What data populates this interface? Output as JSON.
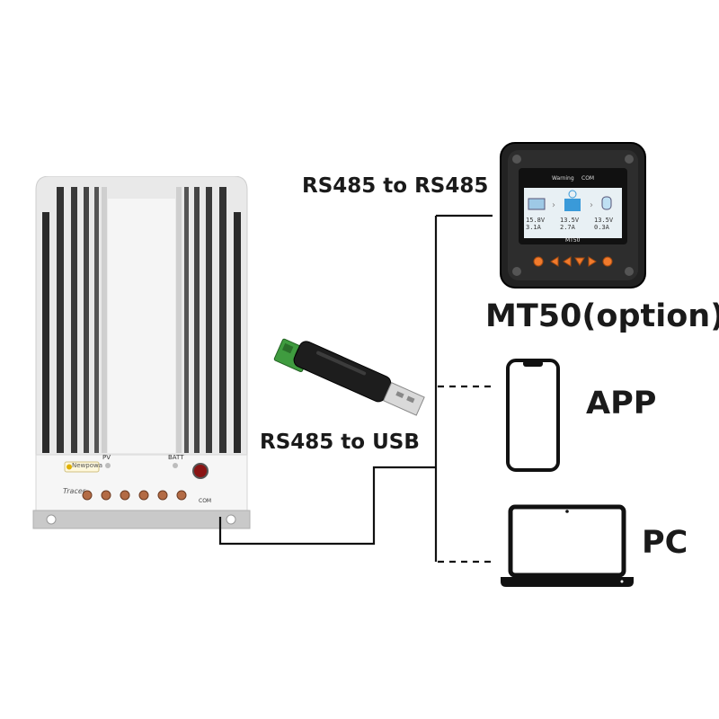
{
  "labels": {
    "rs485_rs485": "RS485 to RS485",
    "rs485_usb": "RS485 to USB",
    "mt50": "MT50(option)",
    "app": "APP",
    "pc": "PC"
  },
  "controller": {
    "brand": "Newpowa",
    "model": "Tracer",
    "pv_label": "PV",
    "batt_label": "BATT",
    "com_label": "COM"
  },
  "mt50_display": {
    "warning": "Warning",
    "com": "COM",
    "v1": "15.8V",
    "a1": "3.1A",
    "v2": "13.5V",
    "a2": "2.7A",
    "v3": "13.5V",
    "a3": "0.3A",
    "model": "MT50"
  },
  "colors": {
    "line": "#111111",
    "button_orange": "#f07a2c",
    "screen_blue": "#3a9ad9",
    "usb_green": "#3f9b3f"
  }
}
